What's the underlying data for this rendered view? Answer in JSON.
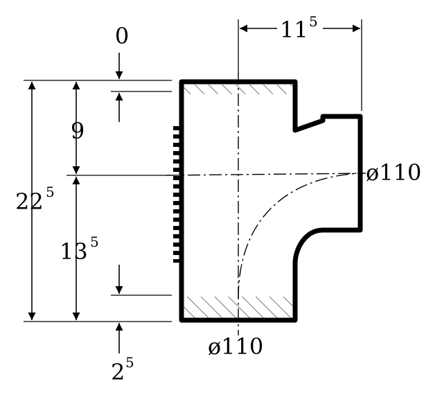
{
  "labels": {
    "top_offset": "0",
    "branch_offset": "9",
    "total_height": "22",
    "total_height_sup": "5",
    "lower_height": "13",
    "lower_height_sup": "5",
    "bottom_offset": "2",
    "bottom_offset_sup": "5",
    "branch_length": "11",
    "branch_length_sup": "5",
    "branch_diameter": "ø110",
    "main_diameter": "ø110"
  },
  "colors": {
    "ink": "#000000",
    "hatch": "#555555",
    "background": "#ffffff"
  }
}
